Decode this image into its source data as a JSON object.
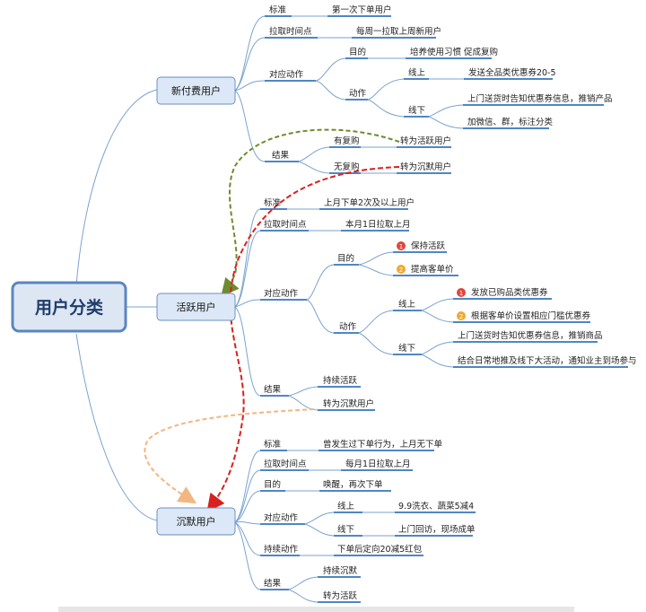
{
  "root": "用户分类",
  "groups": [
    {
      "id": "new",
      "label": "新付费用户"
    },
    {
      "id": "active",
      "label": "活跃用户"
    },
    {
      "id": "silent",
      "label": "沉默用户"
    }
  ],
  "labels": {
    "n_std": "标准",
    "n_std_v": "第一次下单用户",
    "n_time": "拉取时间点",
    "n_time_v": "每周一拉取上周新用户",
    "n_act": "对应动作",
    "n_goal": "目的",
    "n_goal_v": "培养使用习惯 促成复购",
    "n_action": "动作",
    "n_online": "线上",
    "n_online_v": "发送全品类优惠券20-5",
    "n_offline": "线下",
    "n_off1": "上门送货时告知优惠券信息，推销产品",
    "n_off2": "加微信、群，标注分类",
    "n_res": "结果",
    "n_rep": "有复购",
    "n_rep_v": "转为活跃用户",
    "n_norep": "无复购",
    "n_norep_v": "转为沉默用户",
    "a_std": "标准",
    "a_std_v": "上月下单2次及以上用户",
    "a_time": "拉取时间点",
    "a_time_v": "本月1日拉取上月",
    "a_act": "对应动作",
    "a_goal": "目的",
    "a_g1": "保持活跃",
    "a_g2": "提高客单价",
    "a_action": "动作",
    "a_online": "线上",
    "a_on1": "发放已购品类优惠券",
    "a_on2": "根据客单价设置相应门槛优惠券",
    "a_offline": "线下",
    "a_off1": "上门送货时告知优惠券信息，推销商品",
    "a_off2": "结合日常地推及线下大活动，通知业主到场参与",
    "a_res": "结果",
    "a_r1": "持续活跃",
    "a_r2": "转为沉默用户",
    "s_std": "标准",
    "s_std_v": "曾发生过下单行为，上月无下单",
    "s_time": "拉取时间点",
    "s_time_v": "每月1日拉取上月",
    "s_goal": "目的",
    "s_goal_v": "唤醒，再次下单",
    "s_act": "对应动作",
    "s_online": "线上",
    "s_online_v": "9.9洗衣、蔬菜5减4",
    "s_offline": "线下",
    "s_offline_v": "上门回访，现场成单",
    "s_cont": "持续动作",
    "s_cont_v": "下单后定向20减5红包",
    "s_res": "结果",
    "s_r1": "持续沉默",
    "s_r2": "转为活跃"
  },
  "badges": {
    "b1": "1",
    "b2": "2"
  },
  "colors": {
    "wire": "#7ba3cf",
    "underline": "#4f86c6",
    "node_fill": "#dce8f7",
    "node_border": "#6b8fc2",
    "root_fill": "#dde7f4",
    "root_border": "#5b86c0",
    "badge_red": "#e0463b",
    "badge_orange": "#f0a830",
    "arrow_green": "#6e8b2e",
    "arrow_red": "#d9201f",
    "arrow_orange": "#f2b681"
  }
}
